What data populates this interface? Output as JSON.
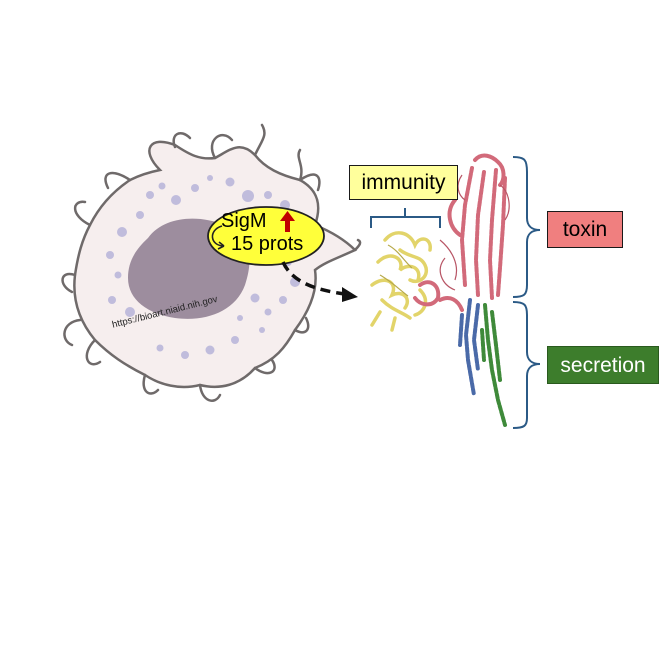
{
  "labels": {
    "immunity": "immunity",
    "toxin": "toxin",
    "secretion": "secretion",
    "sigm": "SigM",
    "prots": "15 prots",
    "credit": "https://bioart.niaid.nih.gov"
  },
  "colors": {
    "cell_fill": "#f6eeee",
    "cell_outline": "#6f6a6a",
    "nucleus": "#9d8d9e",
    "vesicle": "#c0bcdc",
    "sigm_ellipse": "#ffff3a",
    "up_arrow": "#c00000",
    "bracket": "#2b5a86",
    "immunity_protein": "#e2d46a",
    "toxin_protein": "#d26a7a",
    "secretion_blue": "#4a6aa8",
    "secretion_green": "#3f8a3a"
  }
}
